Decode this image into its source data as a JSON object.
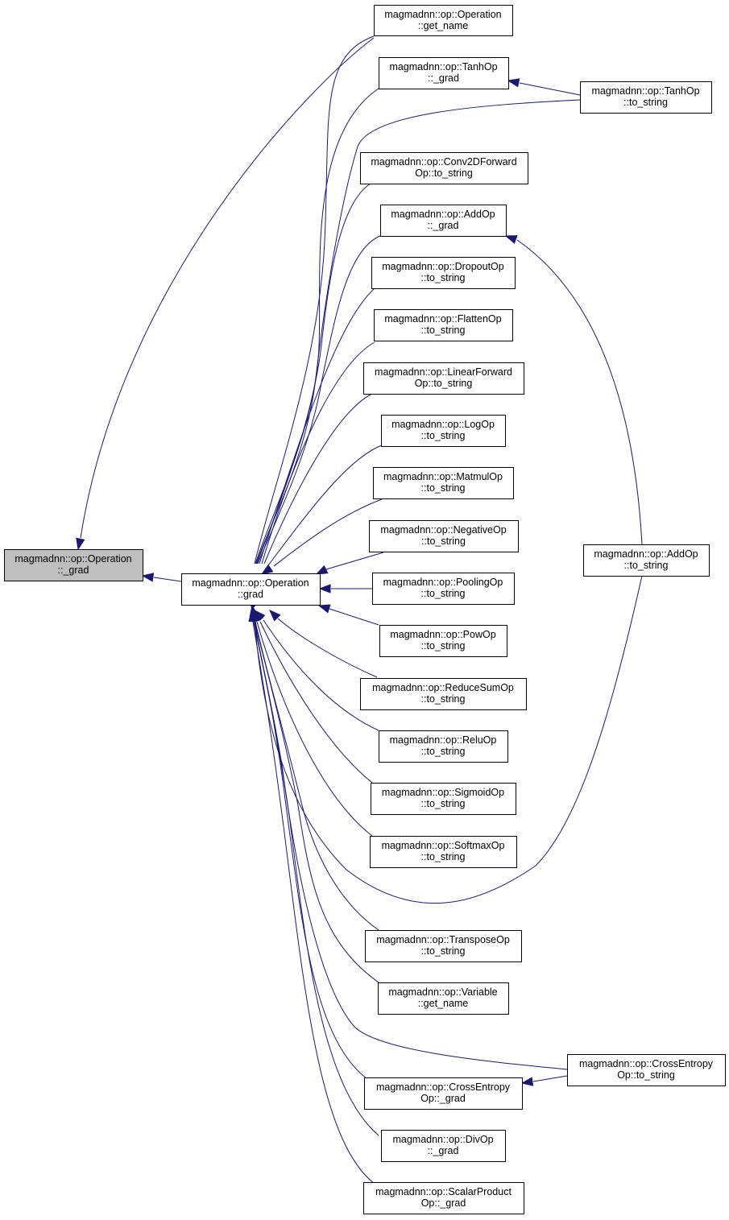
{
  "graph": {
    "colors": {
      "edge": "#191970",
      "node_fill": "#ffffff",
      "highlight_fill": "#bfbfbf",
      "border": "#000000"
    },
    "nodes": [
      {
        "id": "op_grad_private",
        "lines": [
          "magmadnn::op::Operation",
          "::_grad"
        ],
        "highlight": true
      },
      {
        "id": "op_grad",
        "lines": [
          "magmadnn::op::Operation",
          "::grad"
        ]
      },
      {
        "id": "op_get_name",
        "lines": [
          "magmadnn::op::Operation",
          "::get_name"
        ]
      },
      {
        "id": "tanh_grad",
        "lines": [
          "magmadnn::op::TanhOp",
          "::_grad"
        ]
      },
      {
        "id": "tanh_to_string",
        "lines": [
          "magmadnn::op::TanhOp",
          "::to_string"
        ]
      },
      {
        "id": "conv2d_to_string",
        "lines": [
          "magmadnn::op::Conv2DForward",
          "Op::to_string"
        ]
      },
      {
        "id": "add_grad",
        "lines": [
          "magmadnn::op::AddOp",
          "::_grad"
        ]
      },
      {
        "id": "dropout_to_string",
        "lines": [
          "magmadnn::op::DropoutOp",
          "::to_string"
        ]
      },
      {
        "id": "flatten_to_string",
        "lines": [
          "magmadnn::op::FlattenOp",
          "::to_string"
        ]
      },
      {
        "id": "linear_to_string",
        "lines": [
          "magmadnn::op::LinearForward",
          "Op::to_string"
        ]
      },
      {
        "id": "log_to_string",
        "lines": [
          "magmadnn::op::LogOp",
          "::to_string"
        ]
      },
      {
        "id": "matmul_to_string",
        "lines": [
          "magmadnn::op::MatmulOp",
          "::to_string"
        ]
      },
      {
        "id": "negative_to_string",
        "lines": [
          "magmadnn::op::NegativeOp",
          "::to_string"
        ]
      },
      {
        "id": "add_to_string",
        "lines": [
          "magmadnn::op::AddOp",
          "::to_string"
        ]
      },
      {
        "id": "pooling_to_string",
        "lines": [
          "magmadnn::op::PoolingOp",
          "::to_string"
        ]
      },
      {
        "id": "pow_to_string",
        "lines": [
          "magmadnn::op::PowOp",
          "::to_string"
        ]
      },
      {
        "id": "reducesum_to_string",
        "lines": [
          "magmadnn::op::ReduceSumOp",
          "::to_string"
        ]
      },
      {
        "id": "relu_to_string",
        "lines": [
          "magmadnn::op::ReluOp",
          "::to_string"
        ]
      },
      {
        "id": "sigmoid_to_string",
        "lines": [
          "magmadnn::op::SigmoidOp",
          "::to_string"
        ]
      },
      {
        "id": "softmax_to_string",
        "lines": [
          "magmadnn::op::SoftmaxOp",
          "::to_string"
        ]
      },
      {
        "id": "transpose_to_string",
        "lines": [
          "magmadnn::op::TransposeOp",
          "::to_string"
        ]
      },
      {
        "id": "variable_get_name",
        "lines": [
          "magmadnn::op::Variable",
          "::get_name"
        ]
      },
      {
        "id": "crossentropy_to_string",
        "lines": [
          "magmadnn::op::CrossEntropy",
          "Op::to_string"
        ]
      },
      {
        "id": "crossentropy_grad",
        "lines": [
          "magmadnn::op::CrossEntropy",
          "Op::_grad"
        ]
      },
      {
        "id": "div_grad",
        "lines": [
          "magmadnn::op::DivOp",
          "::_grad"
        ]
      },
      {
        "id": "scalarproduct_grad",
        "lines": [
          "magmadnn::op::ScalarProduct",
          "Op::_grad"
        ]
      }
    ],
    "edges": [
      {
        "from": "op_grad",
        "to": "op_grad_private"
      },
      {
        "from": "op_get_name",
        "to": "op_grad_private"
      },
      {
        "from": "op_get_name",
        "to": "op_grad"
      },
      {
        "from": "tanh_grad",
        "to": "op_grad"
      },
      {
        "from": "tanh_to_string",
        "to": "tanh_grad"
      },
      {
        "from": "tanh_to_string",
        "to": "op_grad"
      },
      {
        "from": "conv2d_to_string",
        "to": "op_grad"
      },
      {
        "from": "add_grad",
        "to": "op_grad"
      },
      {
        "from": "add_to_string",
        "to": "add_grad"
      },
      {
        "from": "add_to_string",
        "to": "op_grad"
      },
      {
        "from": "dropout_to_string",
        "to": "op_grad"
      },
      {
        "from": "flatten_to_string",
        "to": "op_grad"
      },
      {
        "from": "linear_to_string",
        "to": "op_grad"
      },
      {
        "from": "log_to_string",
        "to": "op_grad"
      },
      {
        "from": "matmul_to_string",
        "to": "op_grad"
      },
      {
        "from": "negative_to_string",
        "to": "op_grad"
      },
      {
        "from": "pooling_to_string",
        "to": "op_grad"
      },
      {
        "from": "pow_to_string",
        "to": "op_grad"
      },
      {
        "from": "reducesum_to_string",
        "to": "op_grad"
      },
      {
        "from": "relu_to_string",
        "to": "op_grad"
      },
      {
        "from": "sigmoid_to_string",
        "to": "op_grad"
      },
      {
        "from": "softmax_to_string",
        "to": "op_grad"
      },
      {
        "from": "transpose_to_string",
        "to": "op_grad"
      },
      {
        "from": "variable_get_name",
        "to": "op_grad"
      },
      {
        "from": "crossentropy_to_string",
        "to": "crossentropy_grad"
      },
      {
        "from": "crossentropy_to_string",
        "to": "op_grad"
      },
      {
        "from": "crossentropy_grad",
        "to": "op_grad"
      },
      {
        "from": "div_grad",
        "to": "op_grad"
      },
      {
        "from": "scalarproduct_grad",
        "to": "op_grad"
      }
    ]
  }
}
